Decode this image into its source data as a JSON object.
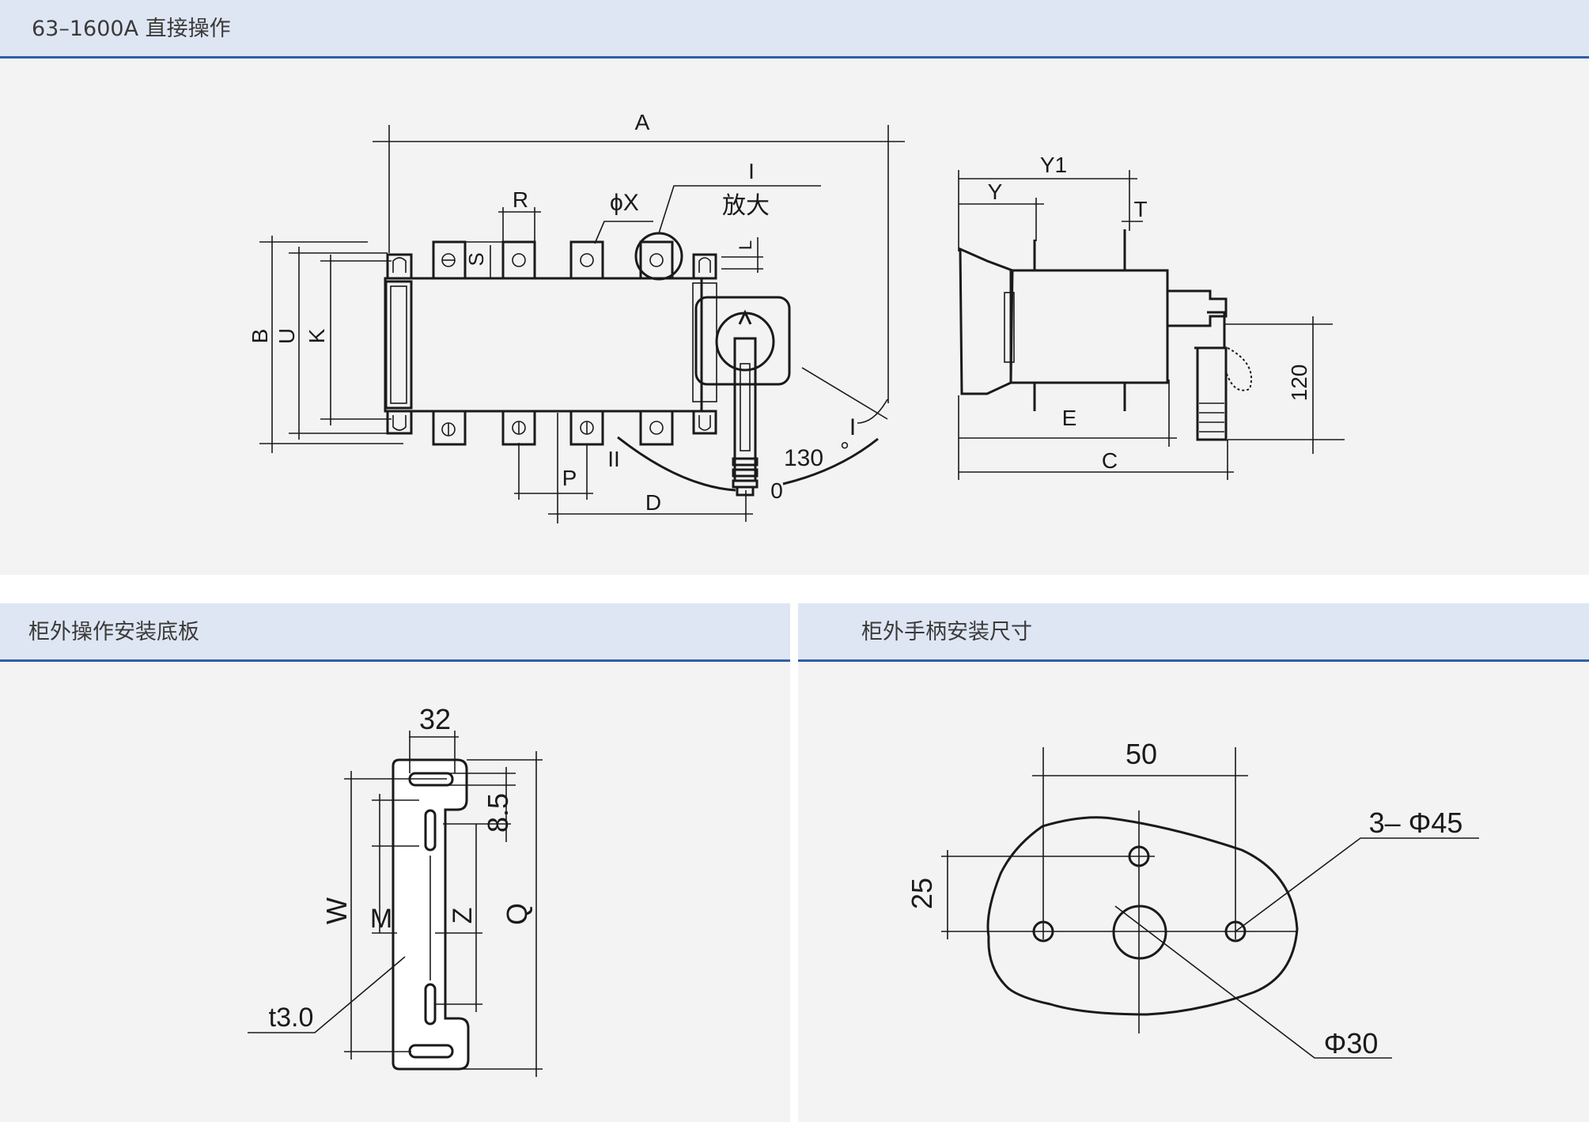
{
  "panels": {
    "top": {
      "title": "63–1600A 直接操作",
      "labels": {
        "A": "A",
        "B": "B",
        "U": "U",
        "K": "K",
        "R": "R",
        "S": "S",
        "phi_x": "ϕX",
        "i_top": "I",
        "enlarge": "放大",
        "L": "L",
        "P": "P",
        "D": "D",
        "ii": "II",
        "angle": "130",
        "degree": "°",
        "i_side": "I",
        "zero": "0",
        "Y1": "Y1",
        "Y": "Y",
        "T": "T",
        "E": "E",
        "C": "C",
        "dim120": "120"
      }
    },
    "bottom_left": {
      "title": "柜外操作安装底板",
      "labels": {
        "d32": "32",
        "d85": "8.5",
        "W": "W",
        "M": "M",
        "Z": "Z",
        "Q": "Q",
        "t30": "t3.0"
      }
    },
    "bottom_right": {
      "title": "柜外手柄安装尺寸",
      "labels": {
        "d50": "50",
        "d25": "25",
        "holes": "3– Φ45",
        "center": "Φ30"
      }
    }
  }
}
